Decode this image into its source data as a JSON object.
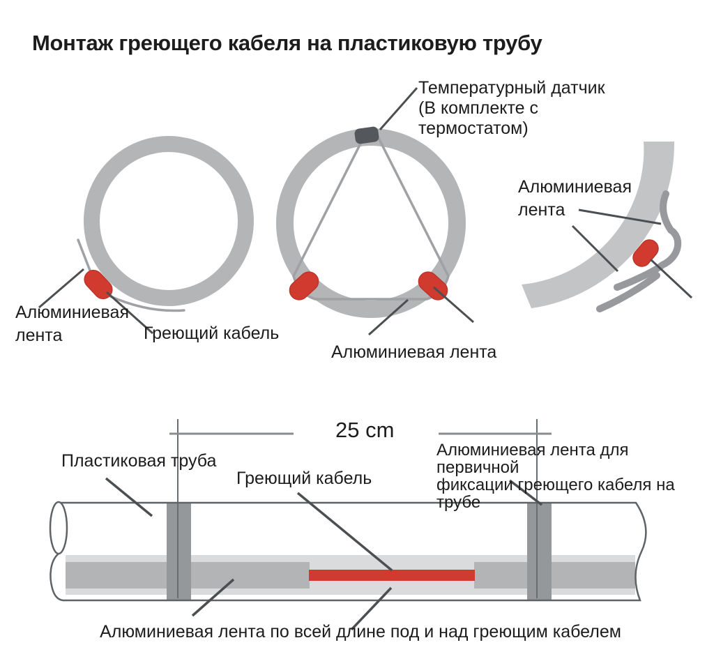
{
  "title": "Монтаж греющего кабеля на пластиковую трубу",
  "colors": {
    "pipe_gray": "#b3b5b7",
    "bend_gray": "#c2c4c6",
    "thin_tape_gray": "#9fa1a4",
    "wrap_tape_gray": "#97999c",
    "tape_light_band": "#dadbdc",
    "tape_dark_band": "#b2b4b6",
    "fixation_tape": "#95989b",
    "heating_cable_red": "#d13a2f",
    "sensor_dark": "#54585c",
    "leader_line": "#4b4f52",
    "pipe_outline": "#5f6366",
    "text": "#1c1c1c"
  },
  "sections": {
    "circle_left": {
      "tape_label": "Алюминиевая\nлента",
      "cable_label": "Греющий кабель"
    },
    "circle_middle": {
      "sensor_label": "Температурный датчик\n(В комплекте с\nтермостатом)",
      "tape_label": "Алюминиевая лента"
    },
    "bend_right": {
      "tape_label": "Алюминиевая\nлента"
    },
    "pipe_bottom": {
      "dimension_label": "25 cm",
      "pipe_label": "Пластиковая труба",
      "cable_label": "Греющий кабель",
      "fixation_tape_label": "Алюминиевая лента для первичной\nфиксации греющего кабеля на трубе",
      "full_length_tape_label": "Алюминиевая лента по всей длине под и над греющим кабелем"
    }
  }
}
